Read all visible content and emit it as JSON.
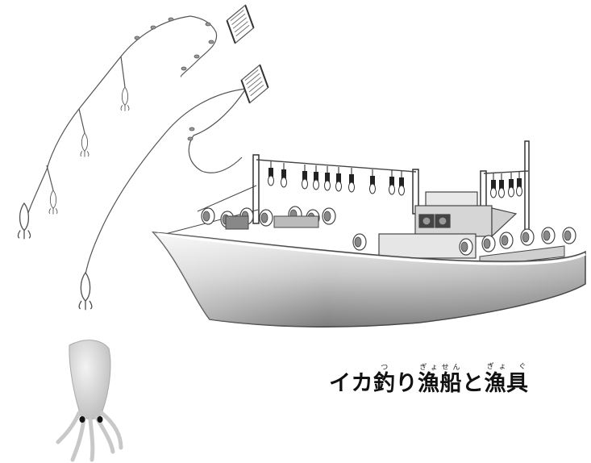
{
  "caption": {
    "segments": [
      {
        "text": "イカ",
        "ruby": ""
      },
      {
        "text": "釣",
        "ruby": "つ"
      },
      {
        "text": "り",
        "ruby": ""
      },
      {
        "text": "漁船",
        "ruby": "ぎょせん"
      },
      {
        "text": "と",
        "ruby": ""
      },
      {
        "text": "漁具",
        "ruby": "ぎょ ぐ"
      }
    ]
  },
  "colors": {
    "hull_dark": "#8a8a8a",
    "hull_light": "#e4e4e4",
    "line": "#444444",
    "squid": "#d8d8d8",
    "background": "#ffffff"
  },
  "icons": [
    "fishing-line-icon",
    "jigging-reel-icon",
    "squid-jig-icon",
    "squid-fishing-boat-icon",
    "squid-illustration-icon"
  ]
}
